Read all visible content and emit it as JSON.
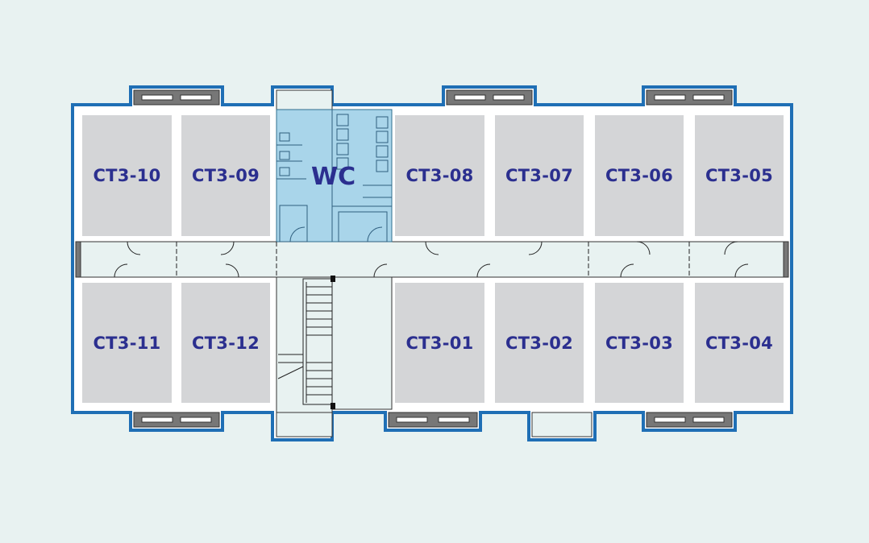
{
  "floor_plan": {
    "colors": {
      "wall": "#1f6fb5",
      "room": "#d4d5d7",
      "label": "#2b2f8f",
      "wc": "#a9d5ea",
      "background": "#e8f2f1"
    },
    "top_rooms": [
      "CT3-10",
      "CT3-09",
      "CT3-08",
      "CT3-07",
      "CT3-06",
      "CT3-05"
    ],
    "bottom_rooms": [
      "CT3-11",
      "CT3-12",
      "CT3-01",
      "CT3-02",
      "CT3-03",
      "CT3-04"
    ],
    "wc_label": "WC"
  }
}
